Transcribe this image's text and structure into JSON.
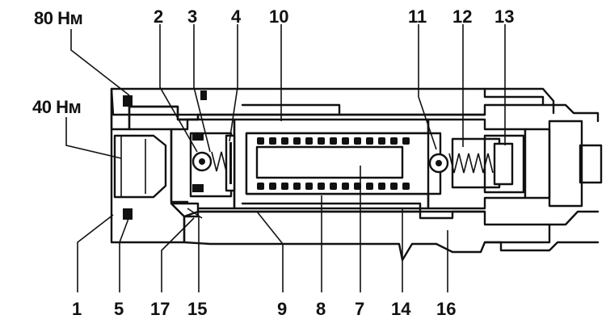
{
  "torque": {
    "upper": "80 Нм",
    "lower": "40 Нм"
  },
  "top_labels": [
    "2",
    "3",
    "4",
    "10",
    "11",
    "12",
    "13"
  ],
  "bottom_labels": [
    "1",
    "5",
    "17",
    "15",
    "9",
    "8",
    "7",
    "14",
    "16"
  ],
  "colors": {
    "ink": "#111111",
    "paper": "#ffffff"
  }
}
